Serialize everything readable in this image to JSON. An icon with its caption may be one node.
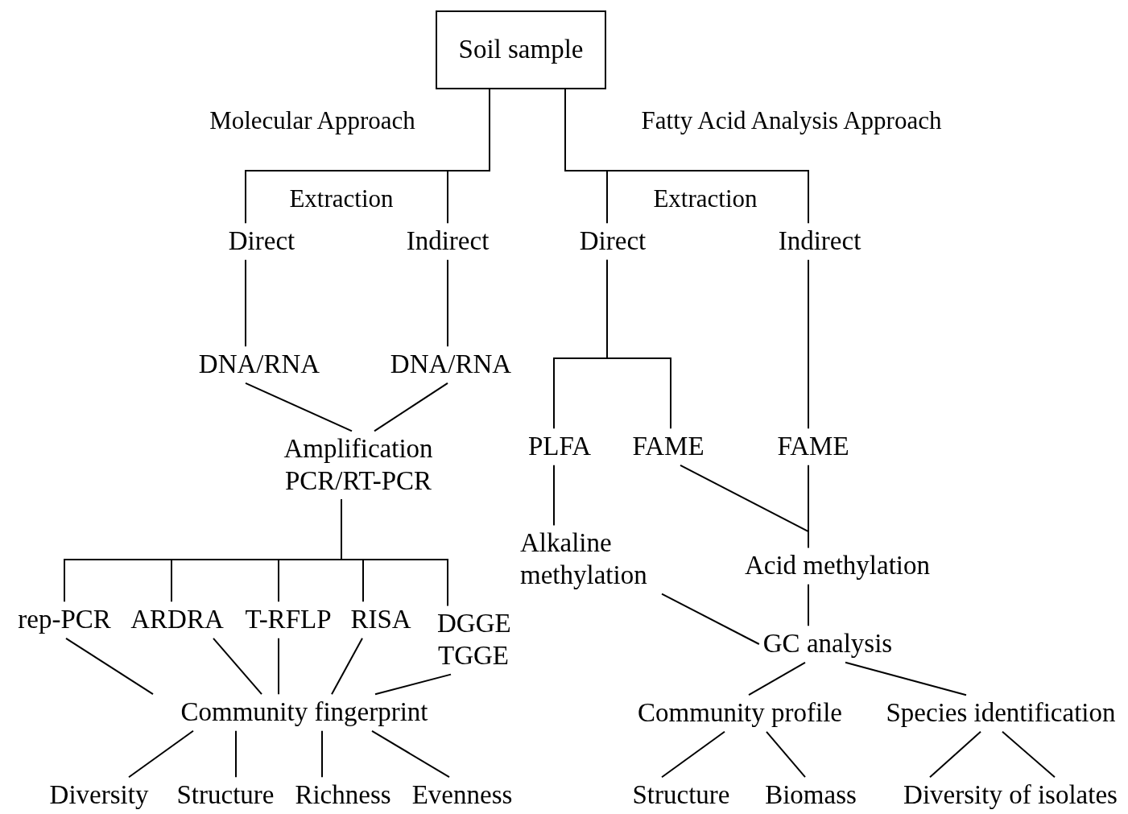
{
  "diagram": {
    "nodes": [
      {
        "text": [
          "Soil sample"
        ]
      },
      {
        "text": [
          "Direct"
        ]
      },
      {
        "text": [
          "Indirect"
        ]
      },
      {
        "text": [
          "Direct"
        ]
      },
      {
        "text": [
          "Indirect"
        ]
      },
      {
        "text": [
          "DNA/RNA"
        ]
      },
      {
        "text": [
          "DNA/RNA"
        ]
      },
      {
        "text": [
          "Amplification PCR/RT-PCR"
        ]
      },
      {
        "text": [
          "rep-PCR"
        ]
      },
      {
        "text": [
          "ARDRA"
        ]
      },
      {
        "text": [
          "T-RFLP"
        ]
      },
      {
        "text": [
          "RISA"
        ]
      },
      {
        "text": [
          "DGGE TGGE"
        ]
      },
      {
        "text": [
          "Community fingerprint"
        ]
      },
      {
        "text": [
          "Diversity"
        ]
      },
      {
        "text": [
          "Structure"
        ]
      },
      {
        "text": [
          "Richness"
        ]
      },
      {
        "text": [
          "Evenness"
        ]
      },
      {
        "text": [
          "PLFA"
        ]
      },
      {
        "text": [
          "FAME"
        ]
      },
      {
        "text": [
          "FAME"
        ]
      },
      {
        "text": [
          "Alkaline methylation"
        ]
      },
      {
        "text": [
          "Acid methylation"
        ]
      },
      {
        "text": [
          "GC analysis"
        ]
      },
      {
        "text": [
          "Community profile"
        ]
      },
      {
        "text": [
          "Species identification"
        ]
      },
      {
        "text": [
          "Structure"
        ]
      },
      {
        "text": [
          "Biomass"
        ]
      },
      {
        "text": [
          "Diversity of isolates"
        ]
      }
    ],
    "edges": [
      {
        "from": 0,
        "to": 1,
        "arrow": "none"
      },
      {
        "from": 0,
        "to": 2,
        "arrow": "none"
      },
      {
        "from": 0,
        "to": 3,
        "arrow": "none"
      },
      {
        "from": 0,
        "to": 4,
        "arrow": "none"
      },
      {
        "from": 1,
        "to": 5,
        "arrow": "none"
      },
      {
        "from": 2,
        "to": 6,
        "arrow": "none"
      },
      {
        "from": 3,
        "to": 18,
        "arrow": "none"
      },
      {
        "from": 3,
        "to": 19,
        "arrow": "none"
      },
      {
        "from": 4,
        "to": 20,
        "arrow": "none"
      },
      {
        "from": 5,
        "to": 7,
        "arrow": "none"
      },
      {
        "from": 6,
        "to": 7,
        "arrow": "none"
      },
      {
        "from": 7,
        "to": 8,
        "arrow": "none"
      },
      {
        "from": 7,
        "to": 9,
        "arrow": "none"
      },
      {
        "from": 7,
        "to": 10,
        "arrow": "none"
      },
      {
        "from": 7,
        "to": 11,
        "arrow": "none"
      },
      {
        "from": 7,
        "to": 12,
        "arrow": "none"
      },
      {
        "from": 8,
        "to": 13,
        "arrow": "none"
      },
      {
        "from": 9,
        "to": 13,
        "arrow": "none"
      },
      {
        "from": 10,
        "to": 13,
        "arrow": "none"
      },
      {
        "from": 11,
        "to": 13,
        "arrow": "none"
      },
      {
        "from": 12,
        "to": 13,
        "arrow": "none"
      },
      {
        "from": 13,
        "to": 14,
        "arrow": "none"
      },
      {
        "from": 13,
        "to": 15,
        "arrow": "none"
      },
      {
        "from": 13,
        "to": 16,
        "arrow": "none"
      },
      {
        "from": 13,
        "to": 17,
        "arrow": "none"
      },
      {
        "from": 18,
        "to": 21,
        "arrow": "none"
      },
      {
        "from": 19,
        "to": 22,
        "arrow": "none"
      },
      {
        "from": 20,
        "to": 22,
        "arrow": "none"
      },
      {
        "from": 21,
        "to": 23,
        "arrow": "none"
      },
      {
        "from": 22,
        "to": 23,
        "arrow": "none"
      },
      {
        "from": 23,
        "to": 24,
        "arrow": "none"
      },
      {
        "from": 23,
        "to": 25,
        "arrow": "none"
      },
      {
        "from": 24,
        "to": 26,
        "arrow": "none"
      },
      {
        "from": 24,
        "to": 27,
        "arrow": "none"
      },
      {
        "from": 25,
        "to": 28,
        "arrow": "none"
      },
      {
        "from": 25,
        "to": 28,
        "arrow": "none"
      }
    ],
    "labels": [
      "Molecular Approach",
      "Fatty Acid Analysis Approach",
      "Extraction",
      "Extraction"
    ]
  }
}
